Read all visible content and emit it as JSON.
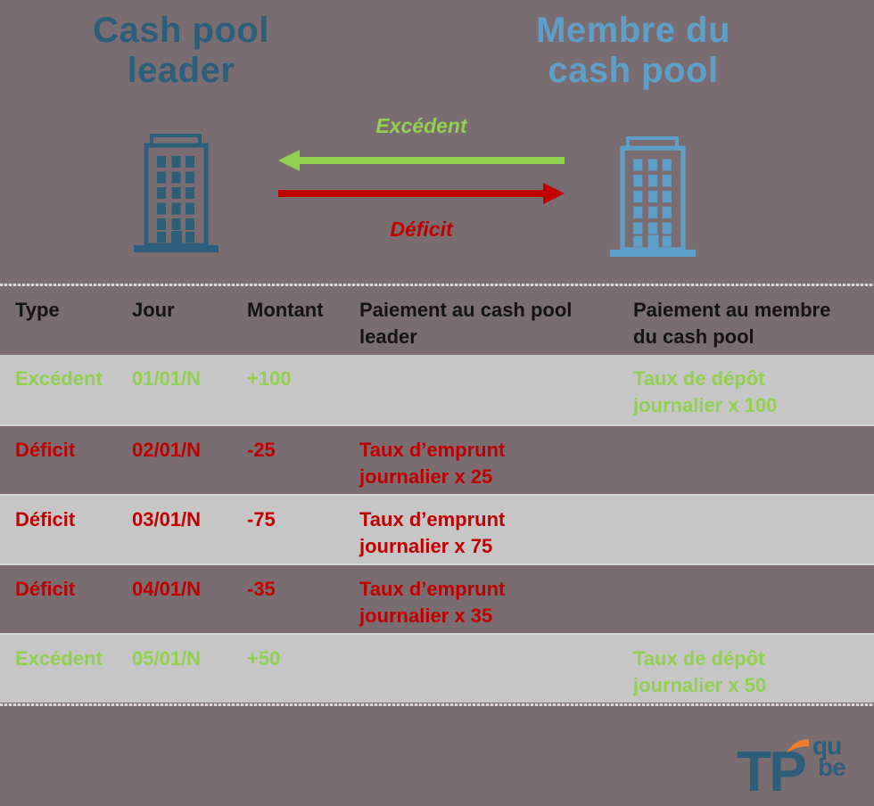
{
  "colors": {
    "bg": "#7A6D71",
    "row-gray": "#C6C6C7",
    "teal-dark": "#2D5F7B",
    "blue-light": "#5E9FC9",
    "green": "#92D050",
    "red": "#C00000",
    "orange": "#ED7D31"
  },
  "diagram": {
    "left_title": "Cash pool leader",
    "right_title": "Membre du cash pool",
    "arrow_top_label": "Excédent",
    "arrow_bottom_label": "Déficit"
  },
  "icons": {
    "left_entity": "building-icon",
    "right_entity": "building-icon",
    "arrow_top": "arrow-left-green-icon",
    "arrow_bottom": "arrow-right-red-icon",
    "logo_accent": "swoosh-icon"
  },
  "table": {
    "headers": [
      "Type",
      "Jour",
      "Montant",
      "Paiement au cash pool leader",
      "Paiement au membre du cash pool"
    ],
    "rows": [
      {
        "type": "Excédent",
        "jour": "01/01/N",
        "montant": "+100",
        "paiement_leader": "",
        "paiement_membre": "Taux de dépôt journalier x 100",
        "variant": "excedent"
      },
      {
        "type": "Déficit",
        "jour": "02/01/N",
        "montant": "-25",
        "paiement_leader": "Taux d’emprunt journalier x 25",
        "paiement_membre": "",
        "variant": "deficit"
      },
      {
        "type": "Déficit",
        "jour": "03/01/N",
        "montant": "-75",
        "paiement_leader": "Taux d’emprunt journalier x 75",
        "paiement_membre": "",
        "variant": "deficit"
      },
      {
        "type": "Déficit",
        "jour": "04/01/N",
        "montant": "-35",
        "paiement_leader": "Taux d’emprunt journalier x 35",
        "paiement_membre": "",
        "variant": "deficit"
      },
      {
        "type": "Excédent",
        "jour": "05/01/N",
        "montant": "+50",
        "paiement_leader": "",
        "paiement_membre": "Taux de dépôt journalier x 50",
        "variant": "excedent"
      }
    ]
  },
  "logo": {
    "main": "TP",
    "sub_top": "qu",
    "sub_bottom": "be"
  }
}
